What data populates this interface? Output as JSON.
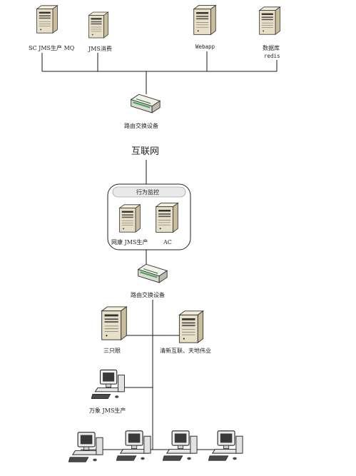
{
  "servers_top": {
    "labels": [
      "SC JMS生产 MQ",
      "JMS消费",
      "Webapp",
      "数据库"
    ],
    "sub_label": "redis"
  },
  "router_top": {
    "label": "路由交换设备"
  },
  "internet": {
    "label": "互联网"
  },
  "monitor_box": {
    "title": "行为监控",
    "servers": [
      "网康 JMS生产",
      "AC"
    ]
  },
  "router_bottom": {
    "label": "路由交换设备"
  },
  "servers_bottom": [
    "三只眼",
    "清新互联、天地伟业"
  ],
  "pc_single": {
    "label": "万象 JMS生产"
  },
  "colors": {
    "server_front": "#e8dfc7",
    "server_side": "#c9bd9c",
    "router_body": "#e8e6df",
    "router_stripe": "#3fa55a",
    "pc_body": "#eeeeee"
  }
}
